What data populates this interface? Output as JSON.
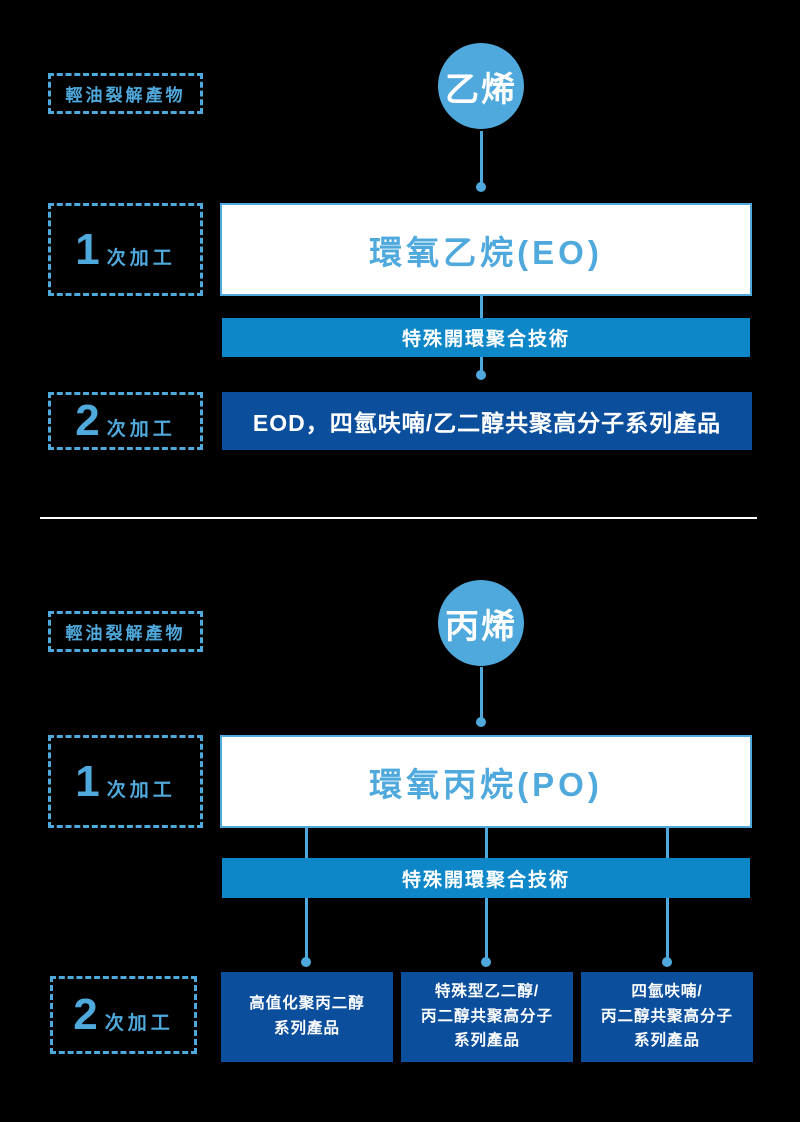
{
  "colors": {
    "light_blue": "#4FA9DC",
    "bar_blue": "#0D87C8",
    "dark_blue": "#0B4E9C",
    "white": "#FFFFFF",
    "bg": "#000000"
  },
  "sections": [
    {
      "source_label": "輕油裂解產物",
      "feedstock": "乙烯",
      "stage1": {
        "num": "1",
        "label": "次加工"
      },
      "primary_product": "環氧乙烷(EO)",
      "technology": "特殊開環聚合技術",
      "stage2": {
        "num": "2",
        "label": "次加工"
      },
      "products": [
        "EOD，四氫呋喃/乙二醇共聚高分子系列產品"
      ]
    },
    {
      "source_label": "輕油裂解產物",
      "feedstock": "丙烯",
      "stage1": {
        "num": "1",
        "label": "次加工"
      },
      "primary_product": "環氧丙烷(PO)",
      "technology": "特殊開環聚合技術",
      "stage2": {
        "num": "2",
        "label": "次加工"
      },
      "products": [
        "高值化聚丙二醇\n系列產品",
        "特殊型乙二醇/\n丙二醇共聚高分子\n系列產品",
        "四氫呋喃/\n丙二醇共聚高分子\n系列產品"
      ]
    }
  ]
}
